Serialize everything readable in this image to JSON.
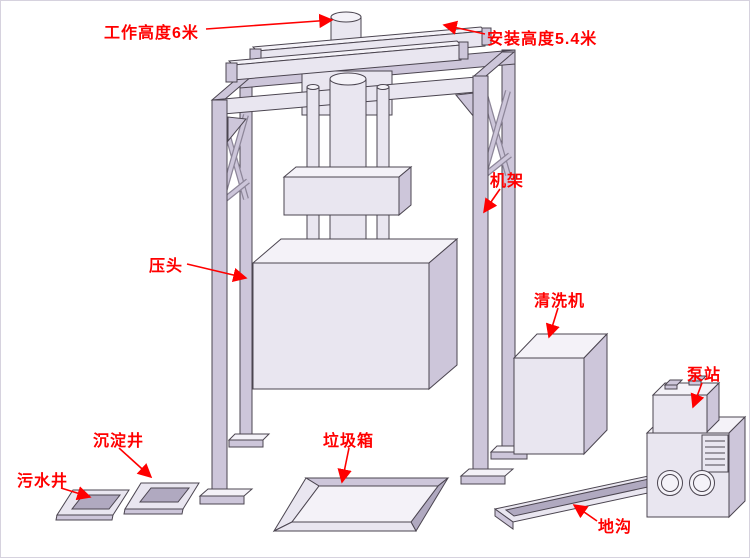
{
  "diagram": {
    "labels": {
      "working_height": "工作高度6米",
      "install_height": "安装高度5.4米",
      "frame": "机架",
      "press_head": "压头",
      "washing_machine": "清洗机",
      "pump_station": "泵站",
      "garbage_bin": "垃圾箱",
      "sediment_well": "沉淀井",
      "sewage_well": "污水井",
      "trench": "地沟"
    },
    "colors": {
      "label": "#ff0000",
      "outline": "#4b4550",
      "fill-light": "#e9e6f0",
      "fill-lighter": "#f4f2f8",
      "fill-mid": "#cdc6da",
      "fill-dark": "#b0a9c0",
      "brace": "#8d8699",
      "background": "#ffffff",
      "border": "#d6d2de"
    }
  }
}
